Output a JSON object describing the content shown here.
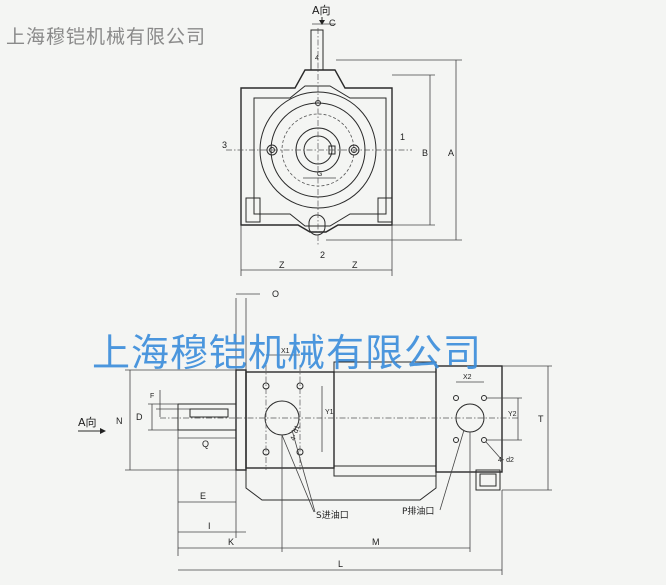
{
  "watermark": {
    "top_text": "上海穆铠机械有限公司",
    "center_text": "上海穆铠机械有限公司"
  },
  "front_view": {
    "view_label": "A向",
    "dims": {
      "C": "C",
      "A": "A",
      "B": "B",
      "Z_left": "Z",
      "Z_right": "Z",
      "G": "G"
    },
    "ports": {
      "p1": "1",
      "p2": "2",
      "p3": "3",
      "p4": "4"
    }
  },
  "side_view": {
    "view_label": "A向",
    "dims": {
      "O": "O",
      "X1": "X1",
      "X2": "X2",
      "Y1": "Y1",
      "Y2": "Y2",
      "F": "F",
      "D": "D",
      "N": "N",
      "Q": "Q",
      "T": "T",
      "E": "E",
      "I": "I",
      "K": "K",
      "M": "M",
      "L": "L",
      "d1": "4- d1",
      "d2": "4- d2"
    },
    "callouts": {
      "suction": "S进油口",
      "pressure": "P排油口"
    }
  },
  "colors": {
    "line": "#2a2a2a",
    "watermark_blue": "#3d8fdc",
    "watermark_gray": "#8a8a8a"
  }
}
